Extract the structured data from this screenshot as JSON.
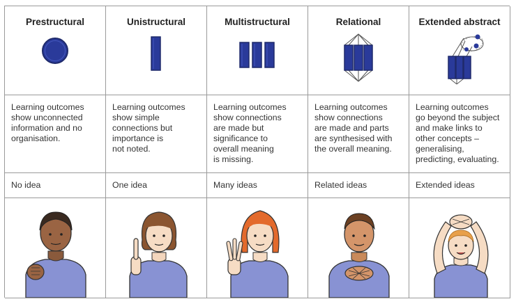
{
  "colors": {
    "blue": "#2a3a9a",
    "outline": "#1f2a6b",
    "shirt": "#8892d3",
    "border": "#9a9a9a"
  },
  "levels": [
    {
      "name": "Prestructural",
      "symbol": "filled-circle-icon",
      "description": [
        "Learning outcomes",
        "show unconnected",
        "information and no",
        "organisation."
      ],
      "label": "No idea",
      "picture": "child-fist-on-chest"
    },
    {
      "name": "Unistructural",
      "symbol": "single-bar-icon",
      "description": [
        "Learning outcomes",
        "show simple",
        "connections but",
        "importance is",
        "not noted."
      ],
      "label": "One idea",
      "picture": "child-one-finger-up"
    },
    {
      "name": "Multistructural",
      "symbol": "three-bars-icon",
      "description": [
        "Learning outcomes",
        "show connections",
        "are made but",
        "significance to",
        "overall meaning",
        "is missing."
      ],
      "label": "Many ideas",
      "picture": "child-three-fingers-up"
    },
    {
      "name": "Relational",
      "symbol": "connected-bars-icon",
      "description": [
        "Learning outcomes",
        "show connections",
        "are made and parts",
        "are synthesised with",
        "the overall meaning."
      ],
      "label": "Related ideas",
      "picture": "child-interlocked-fingers"
    },
    {
      "name": "Extended abstract",
      "symbol": "extended-bars-icon",
      "description": [
        "Learning outcomes",
        "go beyond the subject",
        "and make links to",
        "other concepts –",
        "generalising,",
        "predicting, evaluating."
      ],
      "label": "Extended ideas",
      "picture": "child-hands-over-head"
    }
  ]
}
